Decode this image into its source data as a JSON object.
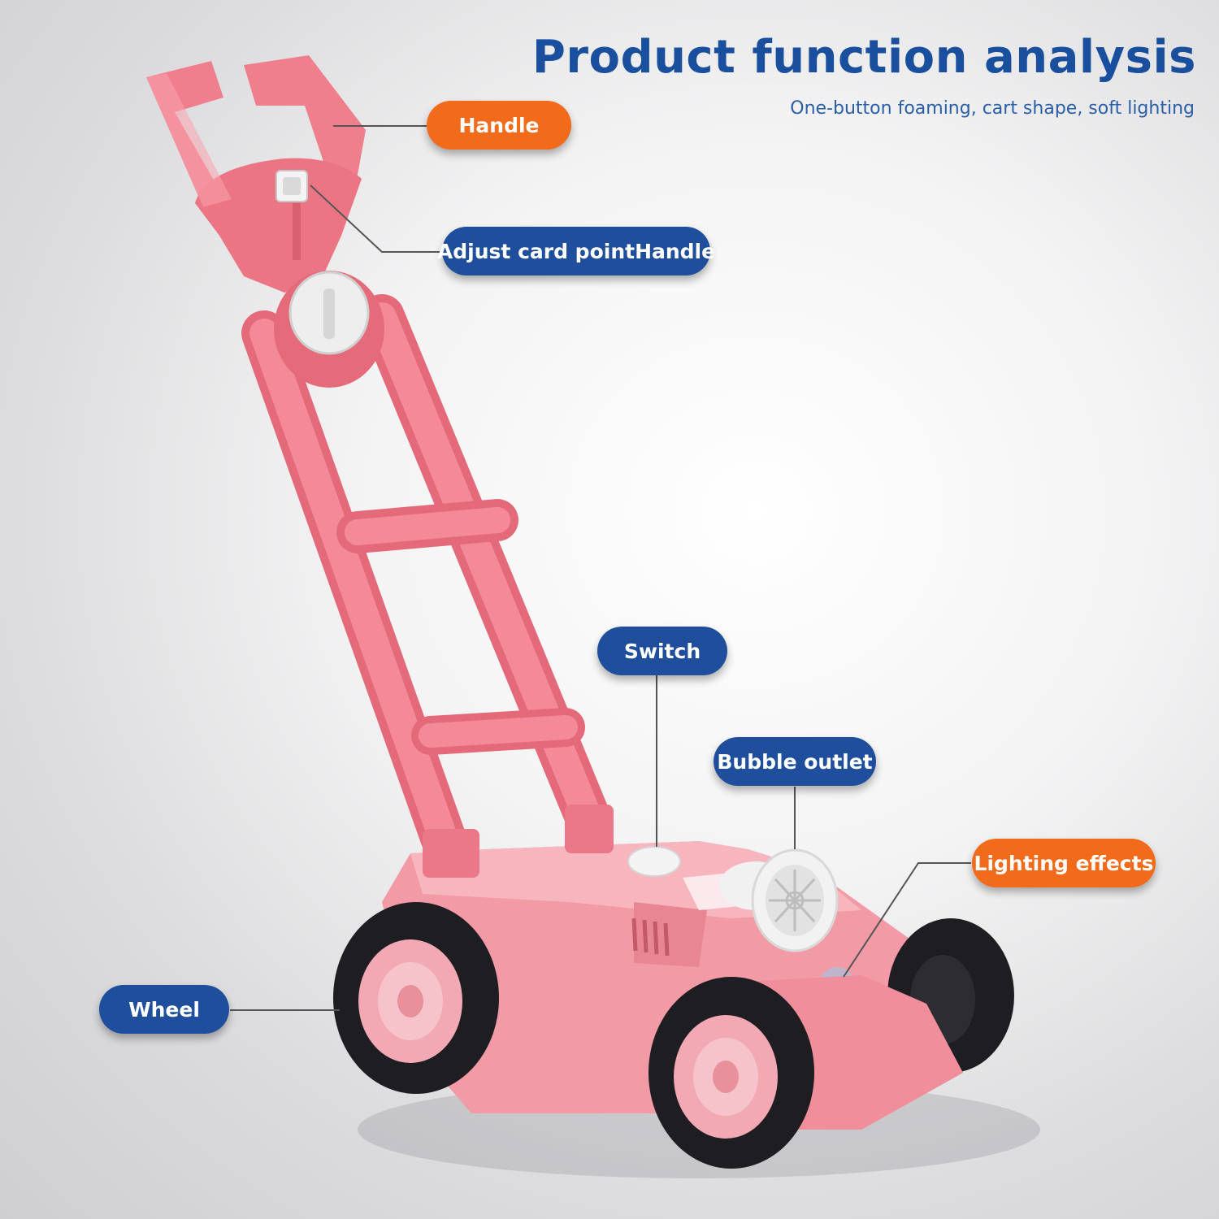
{
  "header": {
    "title": "Product function analysis",
    "subtitle": "One-button foaming, cart shape, soft lighting"
  },
  "callouts": {
    "handle": "Handle",
    "adjust": "Adjust card pointHandle",
    "switch": "Switch",
    "bubble_outlet": "Bubble outlet",
    "lighting": "Lighting effects",
    "wheel": "Wheel"
  },
  "colors": {
    "title_blue": "#1a4f9e",
    "callout_blue": "#1f4f9c",
    "callout_orange": "#f16b1a",
    "toy_pink": "#f27d8c",
    "tire_black": "#1e1e22"
  }
}
